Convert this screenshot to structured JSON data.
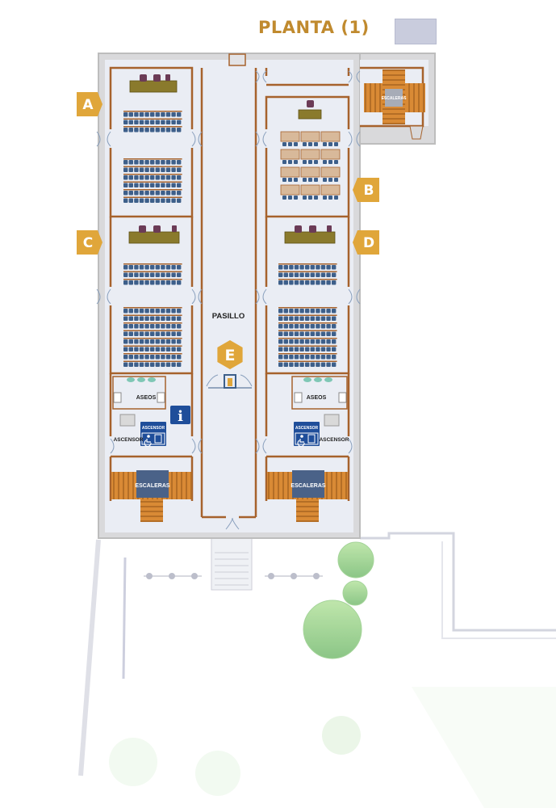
{
  "title": "PLANTA (1)",
  "corridor_label": "PASILLO",
  "restroom_label": "ASEOS",
  "elevator_label": "ASCENSOR",
  "elevator_sign_label": "ASCENSOR",
  "stairs_label": "ESCALERAS",
  "info_glyph": "i",
  "room_markers": [
    "A",
    "B",
    "C",
    "D",
    "E"
  ],
  "colors": {
    "floor": "#eaedf4",
    "wall": "#a6622c",
    "outer_wall": "#c8c8c8",
    "marker": "#e0a63a",
    "seat": "#3d5f8a",
    "desk": "#8a7a2c",
    "stair_wood": "#c97a2a",
    "stair_label_bg": "#4a6288",
    "sign_blue": "#1f4e9a",
    "legend_swatch": "#c9ccdd"
  },
  "icons": [
    "accessible-icon",
    "info-icon",
    "door-icon",
    "tree-icon"
  ]
}
